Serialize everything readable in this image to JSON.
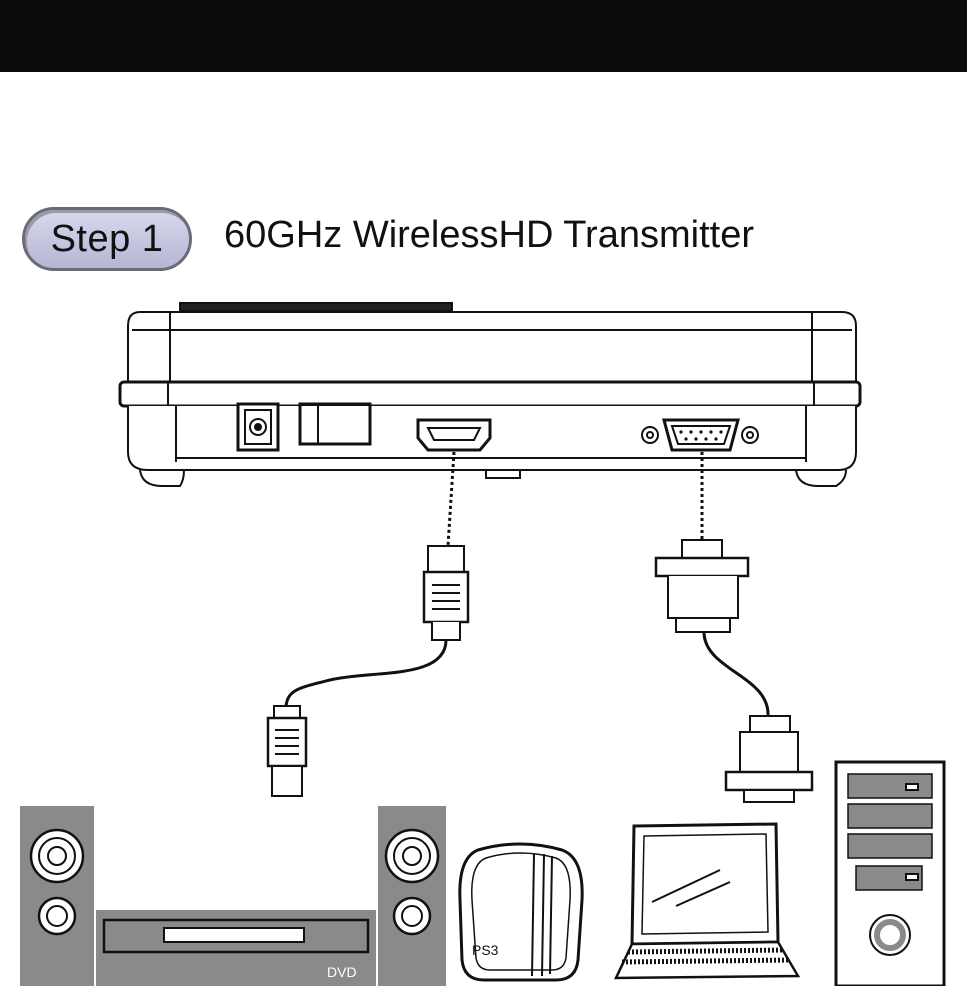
{
  "header": {
    "step_label": "Step 1",
    "device_title": "60GHz WirelessHD Transmitter"
  },
  "devices": {
    "dvd_label": "DVD",
    "ps3_label": "PS3"
  },
  "colors": {
    "top_bar": "#0c0c0c",
    "badge_fill": "#c8c8e2",
    "badge_border": "#6a6a78",
    "speaker_fill": "#8a8a8a",
    "line": "#111111"
  }
}
